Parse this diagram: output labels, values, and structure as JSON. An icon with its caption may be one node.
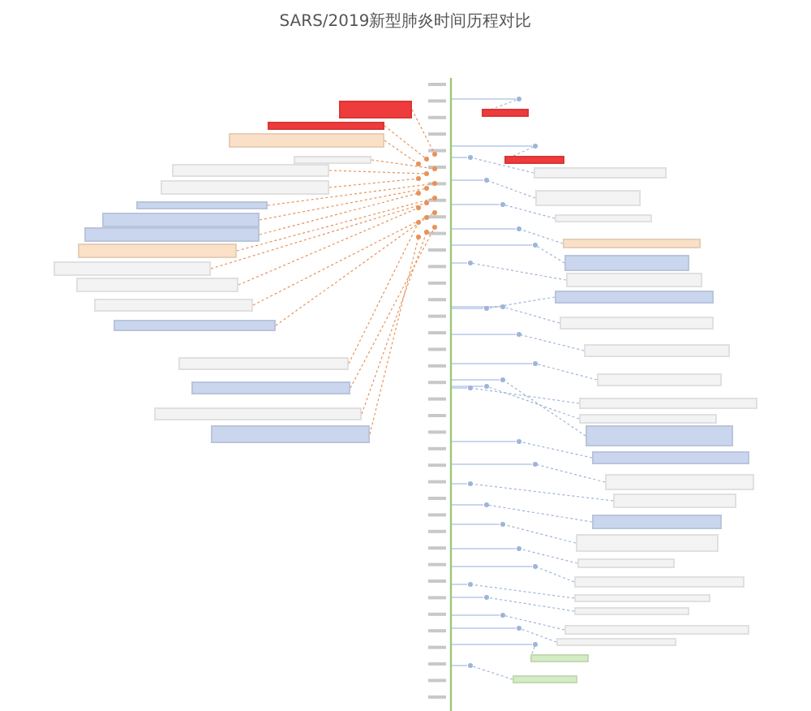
{
  "diagram": {
    "title": "SARS/2019新型肺炎时间历程对比",
    "nodes": [
      {
        "text": [],
        "shape": "box"
      },
      {
        "text": [],
        "shape": "box"
      },
      {
        "text": [],
        "shape": "box"
      },
      {
        "text": [],
        "shape": "box"
      },
      {
        "text": [],
        "shape": "box"
      },
      {
        "text": [],
        "shape": "box"
      },
      {
        "text": [],
        "shape": "box"
      },
      {
        "text": [],
        "shape": "box"
      },
      {
        "text": [],
        "shape": "box"
      },
      {
        "text": [],
        "shape": "box"
      },
      {
        "text": [],
        "shape": "box"
      },
      {
        "text": [],
        "shape": "box"
      },
      {
        "text": [],
        "shape": "box"
      },
      {
        "text": [],
        "shape": "box"
      },
      {
        "text": [],
        "shape": "box"
      },
      {
        "text": [],
        "shape": "box"
      },
      {
        "text": [],
        "shape": "box"
      },
      {
        "text": [],
        "shape": "box"
      },
      {
        "text": [],
        "shape": "box"
      },
      {
        "text": [],
        "shape": "box"
      },
      {
        "text": [],
        "shape": "box"
      },
      {
        "text": [],
        "shape": "box"
      },
      {
        "text": [],
        "shape": "box"
      },
      {
        "text": [],
        "shape": "box"
      },
      {
        "text": [],
        "shape": "box"
      },
      {
        "text": [],
        "shape": "box"
      },
      {
        "text": [],
        "shape": "box"
      },
      {
        "text": [],
        "shape": "box"
      },
      {
        "text": [],
        "shape": "box"
      },
      {
        "text": [],
        "shape": "box"
      },
      {
        "text": [],
        "shape": "box"
      },
      {
        "text": [],
        "shape": "box"
      },
      {
        "text": [],
        "shape": "box"
      },
      {
        "text": [],
        "shape": "box"
      },
      {
        "text": [],
        "shape": "box"
      },
      {
        "text": [],
        "shape": "box"
      },
      {
        "text": [],
        "shape": "box"
      },
      {
        "text": [],
        "shape": "box"
      },
      {
        "text": [],
        "shape": "box"
      },
      {
        "text": [],
        "shape": "box"
      },
      {
        "text": [],
        "shape": "box"
      },
      {
        "text": [],
        "shape": "box"
      },
      {
        "text": [],
        "shape": "box"
      },
      {
        "text": [],
        "shape": "box"
      },
      {
        "text": [],
        "shape": "box"
      },
      {
        "text": [],
        "shape": "box"
      }
    ],
    "edges": [
      {
        "from": 0,
        "to": null,
        "arrow": "other",
        "color": "#e8925a"
      },
      {
        "from": 1,
        "to": null,
        "arrow": "other",
        "color": "#e8925a"
      },
      {
        "from": 2,
        "to": null,
        "arrow": "other",
        "color": "#e8925a"
      },
      {
        "from": 3,
        "to": null,
        "arrow": "other",
        "color": "#e8925a"
      },
      {
        "from": 4,
        "to": null,
        "arrow": "other",
        "color": "#e8925a"
      },
      {
        "from": 5,
        "to": null,
        "arrow": "other",
        "color": "#e8925a"
      },
      {
        "from": 6,
        "to": null,
        "arrow": "other",
        "color": "#e8925a"
      },
      {
        "from": 7,
        "to": null,
        "arrow": "other",
        "color": "#e8925a"
      },
      {
        "from": 8,
        "to": null,
        "arrow": "other",
        "color": "#e8925a"
      },
      {
        "from": 9,
        "to": null,
        "arrow": "other",
        "color": "#e8925a"
      },
      {
        "from": 10,
        "to": null,
        "arrow": "other",
        "color": "#e8925a"
      },
      {
        "from": 11,
        "to": null,
        "arrow": "other",
        "color": "#e8925a"
      },
      {
        "from": 12,
        "to": null,
        "arrow": "other",
        "color": "#e8925a"
      },
      {
        "from": 13,
        "to": null,
        "arrow": "other",
        "color": "#e8925a"
      },
      {
        "from": 14,
        "to": null,
        "arrow": "other",
        "color": "#e8925a"
      },
      {
        "from": 15,
        "to": null,
        "arrow": "other",
        "color": "#e8925a"
      },
      {
        "from": 16,
        "to": null,
        "arrow": "other",
        "color": "#e8925a"
      },
      {
        "from": 17,
        "to": null,
        "arrow": "other",
        "color": "#e8925a"
      },
      {
        "from": 18,
        "to": null,
        "arrow": "other"
      },
      {
        "from": 19,
        "to": null,
        "arrow": "other"
      },
      {
        "from": 20,
        "to": null,
        "arrow": "other"
      },
      {
        "from": 21,
        "to": null,
        "arrow": "other"
      },
      {
        "from": 22,
        "to": null,
        "arrow": "other"
      },
      {
        "from": 23,
        "to": null,
        "arrow": "other"
      },
      {
        "from": 24,
        "to": null,
        "arrow": "other"
      },
      {
        "from": 25,
        "to": null,
        "arrow": "other"
      },
      {
        "from": 26,
        "to": null,
        "arrow": "other"
      },
      {
        "from": 27,
        "to": null,
        "arrow": "other"
      },
      {
        "from": 28,
        "to": null,
        "arrow": "other"
      },
      {
        "from": 29,
        "to": null,
        "arrow": "other"
      },
      {
        "from": 30,
        "to": null,
        "arrow": "other"
      },
      {
        "from": 31,
        "to": null,
        "arrow": "other"
      },
      {
        "from": 32,
        "to": null,
        "arrow": "other"
      },
      {
        "from": 33,
        "to": null,
        "arrow": "other"
      },
      {
        "from": 34,
        "to": null,
        "arrow": "other"
      },
      {
        "from": 35,
        "to": null,
        "arrow": "other"
      },
      {
        "from": 36,
        "to": null,
        "arrow": "other"
      },
      {
        "from": 37,
        "to": null,
        "arrow": "other"
      },
      {
        "from": 38,
        "to": null,
        "arrow": "other"
      },
      {
        "from": 39,
        "to": null,
        "arrow": "other"
      },
      {
        "from": 40,
        "to": null,
        "arrow": "other"
      },
      {
        "from": 41,
        "to": null,
        "arrow": "other"
      },
      {
        "from": 42,
        "to": null,
        "arrow": "other"
      },
      {
        "from": 43,
        "to": null,
        "arrow": "other"
      },
      {
        "from": 44,
        "to": null,
        "arrow": "other"
      },
      {
        "from": 45,
        "to": null,
        "arrow": "other"
      }
    ]
  }
}
